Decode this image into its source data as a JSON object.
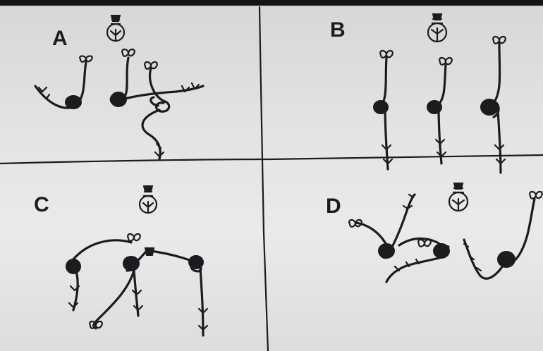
{
  "quadrants": [
    {
      "id": "A",
      "label": "A"
    },
    {
      "id": "B",
      "label": "B"
    },
    {
      "id": "C",
      "label": "C"
    },
    {
      "id": "D",
      "label": "D"
    }
  ],
  "icons": {
    "light_source": "light-bulb-icon",
    "seedling": "seedling-icon"
  },
  "colors": {
    "paper": "#e4e6e4",
    "ink": "#1a1c20",
    "frame": "#151413"
  }
}
